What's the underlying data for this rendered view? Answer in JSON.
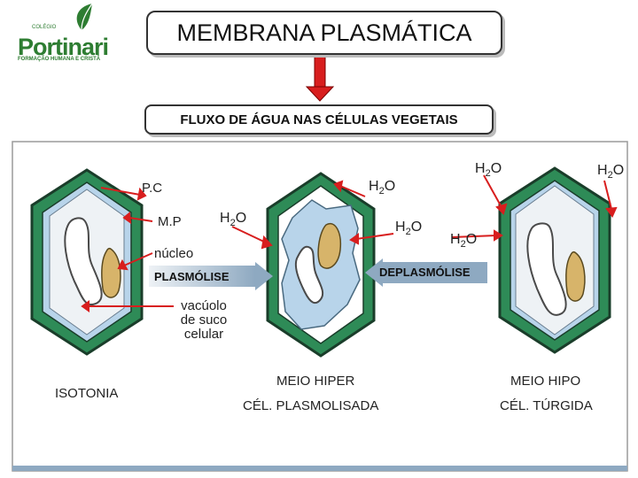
{
  "header": {
    "title": "MEMBRANA PLASMÁTICA",
    "subtitle": "FLUXO DE ÁGUA NAS CÉLULAS VEGETAIS"
  },
  "logo": {
    "small": "COLÉGIO",
    "name": "Portinari",
    "tagline": "FORMAÇÃO HUMANA E CRISTÃ"
  },
  "labels": {
    "pc": "P.C",
    "mp": "M.P",
    "nucleo": "núcleo",
    "vacuolo": "vacúolo de suco celular",
    "vacuolo_l1": "vacúolo",
    "vacuolo_l2": "de suco",
    "vacuolo_l3": "celular",
    "isotonia": "ISOTONIA",
    "meio_hiper": "MEIO HIPER",
    "cel_plasmolisada": "CÉL. PLASMOLISADA",
    "meio_hipo": "MEIO HIPO",
    "cel_turgida": "CÉL. TÚRGIDA",
    "plasmolise": "PLASMÓLISE",
    "deplasmolise": "DEPLASMÓLISE",
    "h2o_h": "H",
    "h2o_2": "2",
    "h2o_o": "O"
  },
  "colors": {
    "cell_wall": "#2e8b57",
    "wall_outline": "#1a3d2a",
    "cytoplasm": "#b8d4ea",
    "vacuole": "#f2f4f6",
    "nucleus": "#d7b46a",
    "arrow_red": "#d81e1e",
    "band": "#8ea9c1"
  }
}
